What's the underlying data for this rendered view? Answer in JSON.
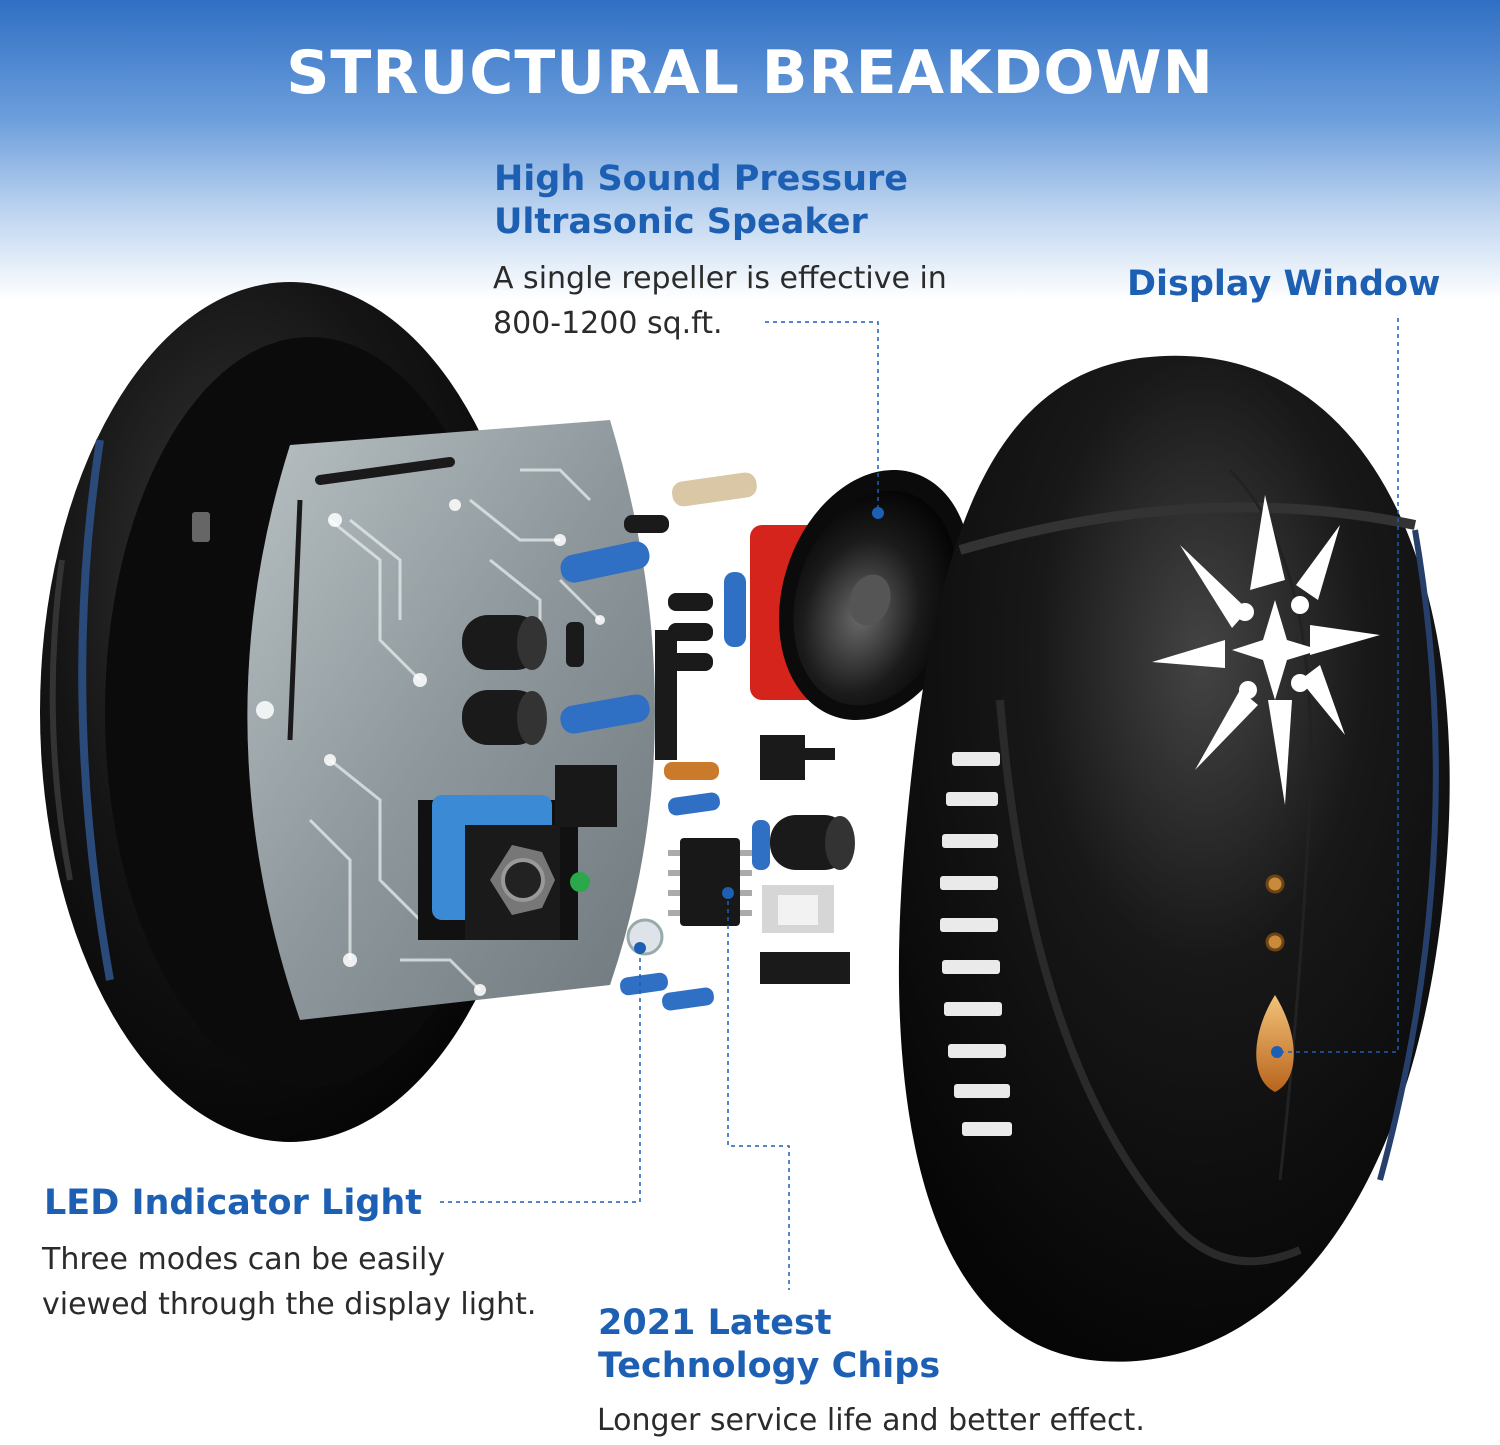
{
  "title": "STRUCTURAL BREAKDOWN",
  "callouts": {
    "speaker": {
      "title_line1": "High Sound Pressure",
      "title_line2": "Ultrasonic Speaker",
      "desc_line1": "A single repeller is effective in",
      "desc_line2": "800-1200 sq.ft."
    },
    "display": {
      "title": "Display Window"
    },
    "led": {
      "title": "LED Indicator Light",
      "desc_line1": "Three modes can be easily",
      "desc_line2": "viewed through the display light."
    },
    "chips": {
      "title_line1": "2021 Latest",
      "title_line2": "Technology Chips",
      "desc": "Longer service life and better effect."
    }
  },
  "colors": {
    "accent": "#1d5fb3",
    "header": "#2f6fc4",
    "device": "#111111",
    "pcb": "#9aa4a8"
  }
}
